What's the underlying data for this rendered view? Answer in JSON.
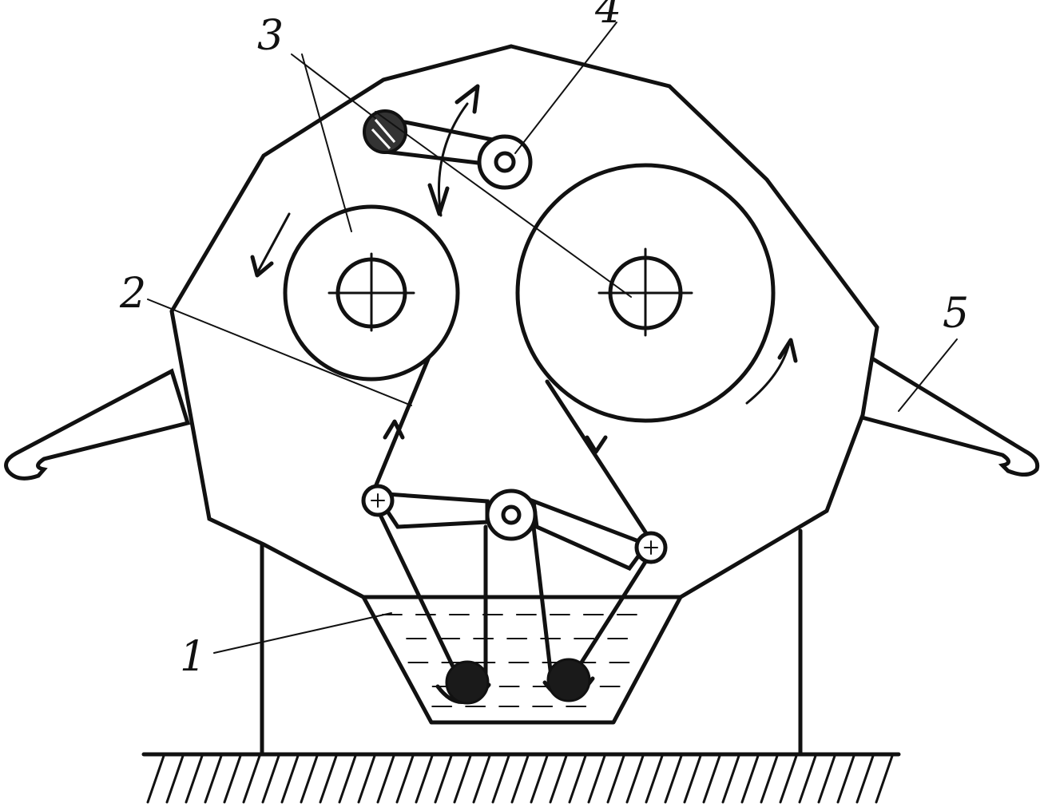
{
  "labels": {
    "l1": "1",
    "l2": "2",
    "l3": "3",
    "l4": "4",
    "l5": "5"
  },
  "colors": {
    "ink": "#111111",
    "paper": "#ffffff"
  }
}
